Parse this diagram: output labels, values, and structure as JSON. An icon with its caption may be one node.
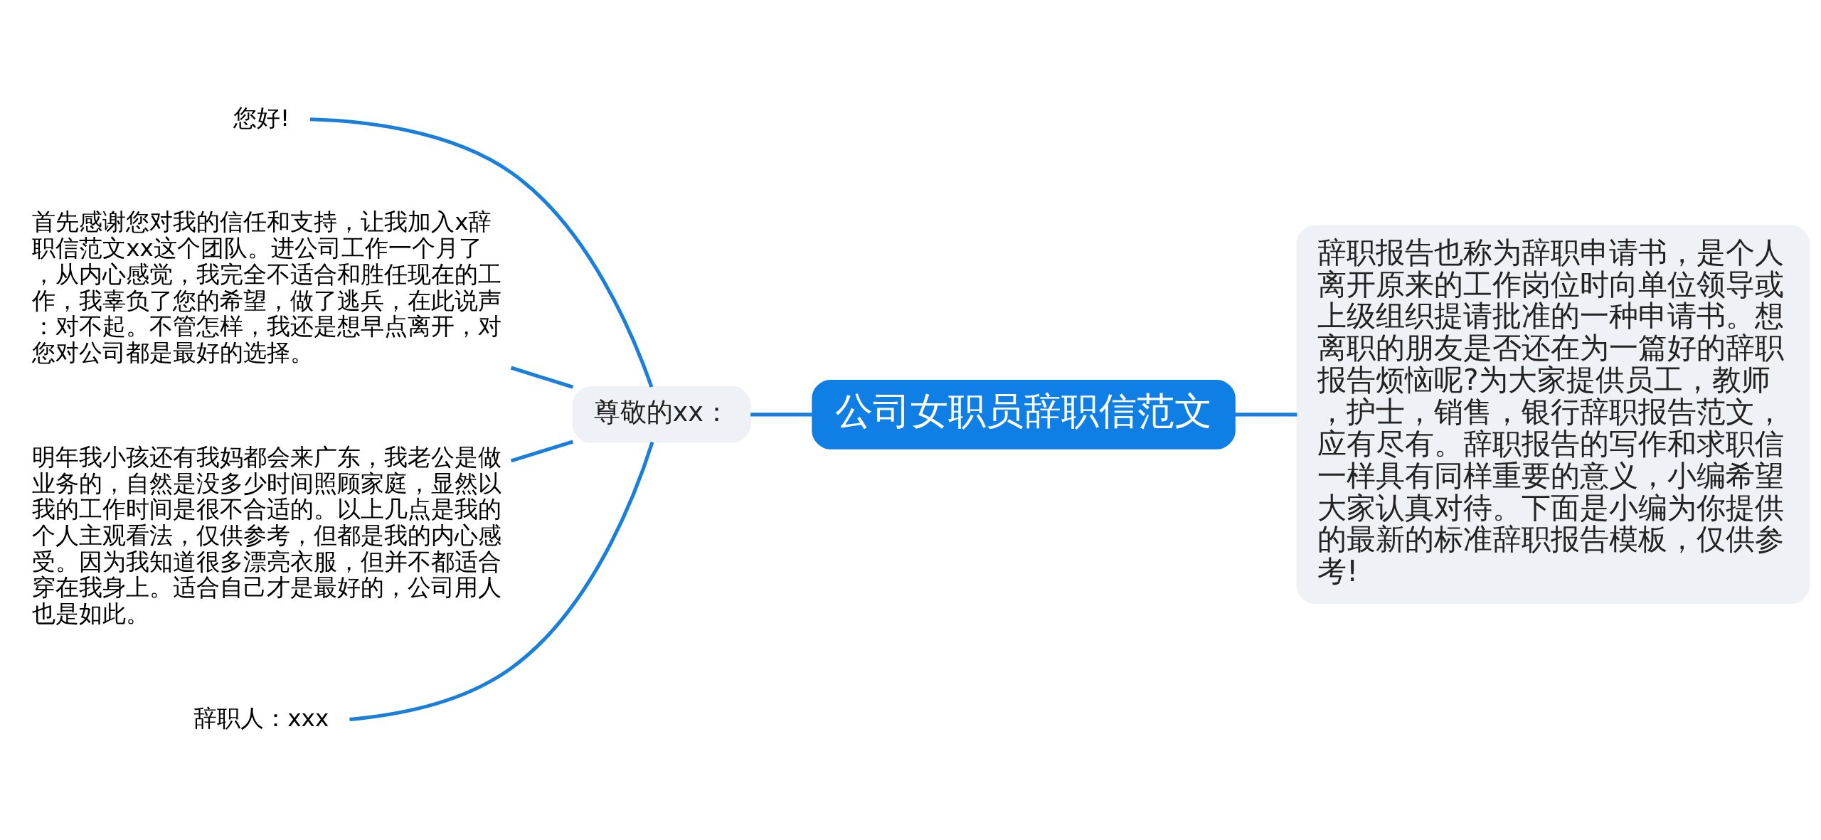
{
  "diagram": {
    "nodes": [
      {
        "text": [
          "公司女职员辞职信范文"
        ]
      },
      {
        "text": [
          "尊敬的xx："
        ]
      },
      {
        "text": [
          "您好!"
        ]
      },
      {
        "text": [
          "首先感谢您对我的信任和支持，让我加入x辞职信范文xx这个团队。进公司工作一个月了，从内心感觉，我完全不适合和胜任现在的工作，我辜负了您的希望，做了逃兵，在此说声：对不起。不管怎样，我还是想早点离开，对您对公司都是最好的选择。"
        ]
      },
      {
        "text": [
          "明年我小孩还有我妈都会来广东，我老公是做业务的，自然是没多少时间照顾家庭，显然以我的工作时间是很不合适的。以上几点是我的个人主观看法，仅供参考，但都是我的内心感受。因为我知道很多漂亮衣服，但并不都适合穿在我身上。适合自己才是最好的，公司用人也是如此。"
        ]
      },
      {
        "text": [
          "辞职人：xxx"
        ]
      },
      {
        "text": [
          "辞职报告也称为辞职申请书，是个人离开原来的工作岗位时向单位领导或上级组织提请批准的一种申请书。想离职的朋友是否还在为一篇好的辞职报告烦恼呢?为大家提供员工，教师，护士，销售，银行辞职报告范文，应有尽有。辞职报告的写作和求职信一样具有同样重要的意义，小编希望大家认真对待。下面是小编为你提供的最新的标准辞职报告模板，仅供参考!"
        ]
      }
    ],
    "edges": [
      {
        "from": 0,
        "to": 1,
        "arrow": "none"
      },
      {
        "from": 1,
        "to": 2,
        "arrow": "none"
      },
      {
        "from": 1,
        "to": 3,
        "arrow": "none"
      },
      {
        "from": 1,
        "to": 4,
        "arrow": "none"
      },
      {
        "from": 1,
        "to": 5,
        "arrow": "none"
      },
      {
        "from": 0,
        "to": 6,
        "arrow": "none"
      }
    ]
  }
}
